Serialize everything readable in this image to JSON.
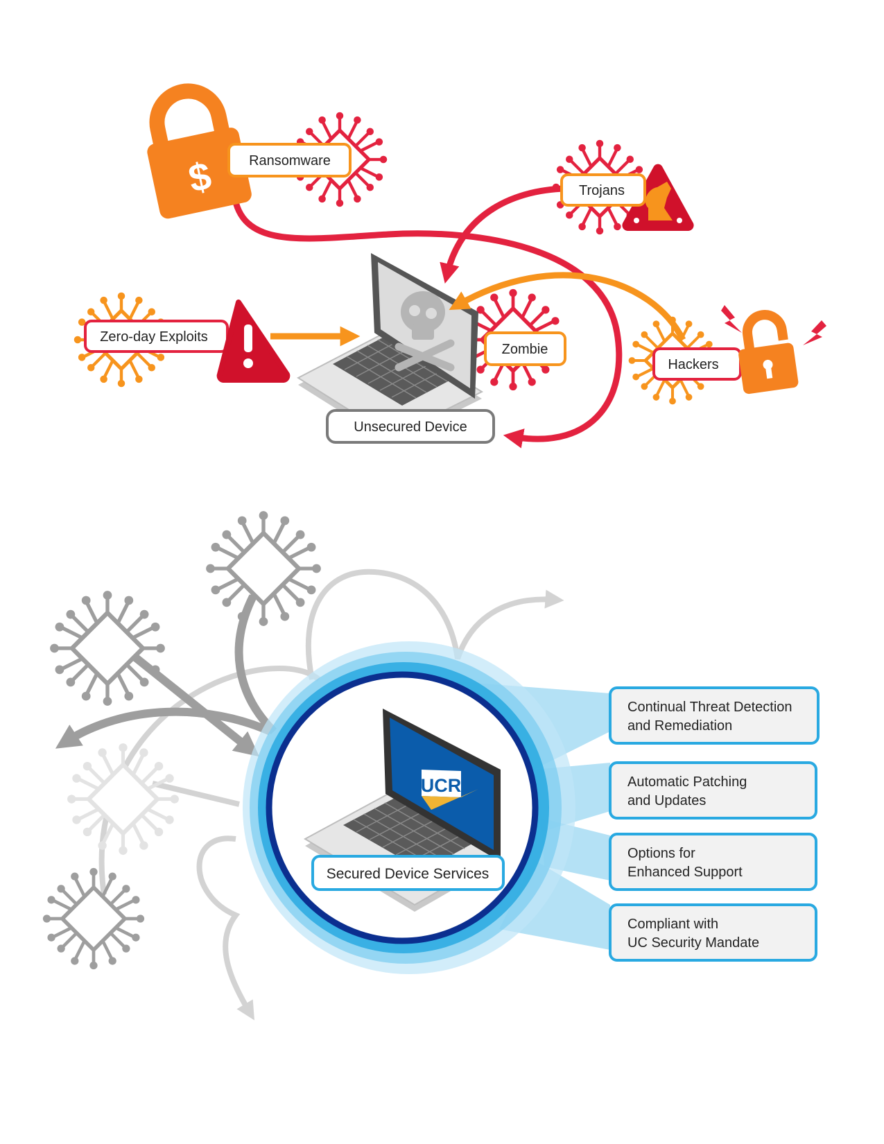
{
  "colors": {
    "red": "#e3223f",
    "orange": "#f7941d",
    "dark_red": "#d0112b",
    "lock_orange": "#f58220",
    "gray_dark": "#9e9e9e",
    "gray_light": "#d3d3d3",
    "blue_dark": "#0b2f8f",
    "blue_light": "#29a9e1",
    "ucr_blue": "#0b5cab",
    "ucr_gold": "#f1b434"
  },
  "threats": {
    "ransomware": "Ransomware",
    "trojans": "Trojans",
    "zero_day": "Zero-day Exploits",
    "zombie": "Zombie",
    "hackers": "Hackers",
    "unsecured_device": "Unsecured Device"
  },
  "secured": {
    "device_label": "Secured Device Services",
    "logo_text": "UCR",
    "features": [
      {
        "line1": "Continual Threat Detection",
        "line2": "and Remediation"
      },
      {
        "line1": "Automatic Patching",
        "line2": "and Updates"
      },
      {
        "line1": "Options for",
        "line2": "Enhanced Support"
      },
      {
        "line1": "Compliant with",
        "line2": "UC Security Mandate"
      }
    ]
  },
  "icons": {
    "lock_dollar": "lock-dollar-icon",
    "warning": "warning-icon",
    "trojan_horse": "trojan-horse-icon",
    "open_lock": "open-lock-icon",
    "lightning": "lightning-icon",
    "skull": "skull-crossbones-icon",
    "virus_chip": "virus-chip-icon"
  }
}
